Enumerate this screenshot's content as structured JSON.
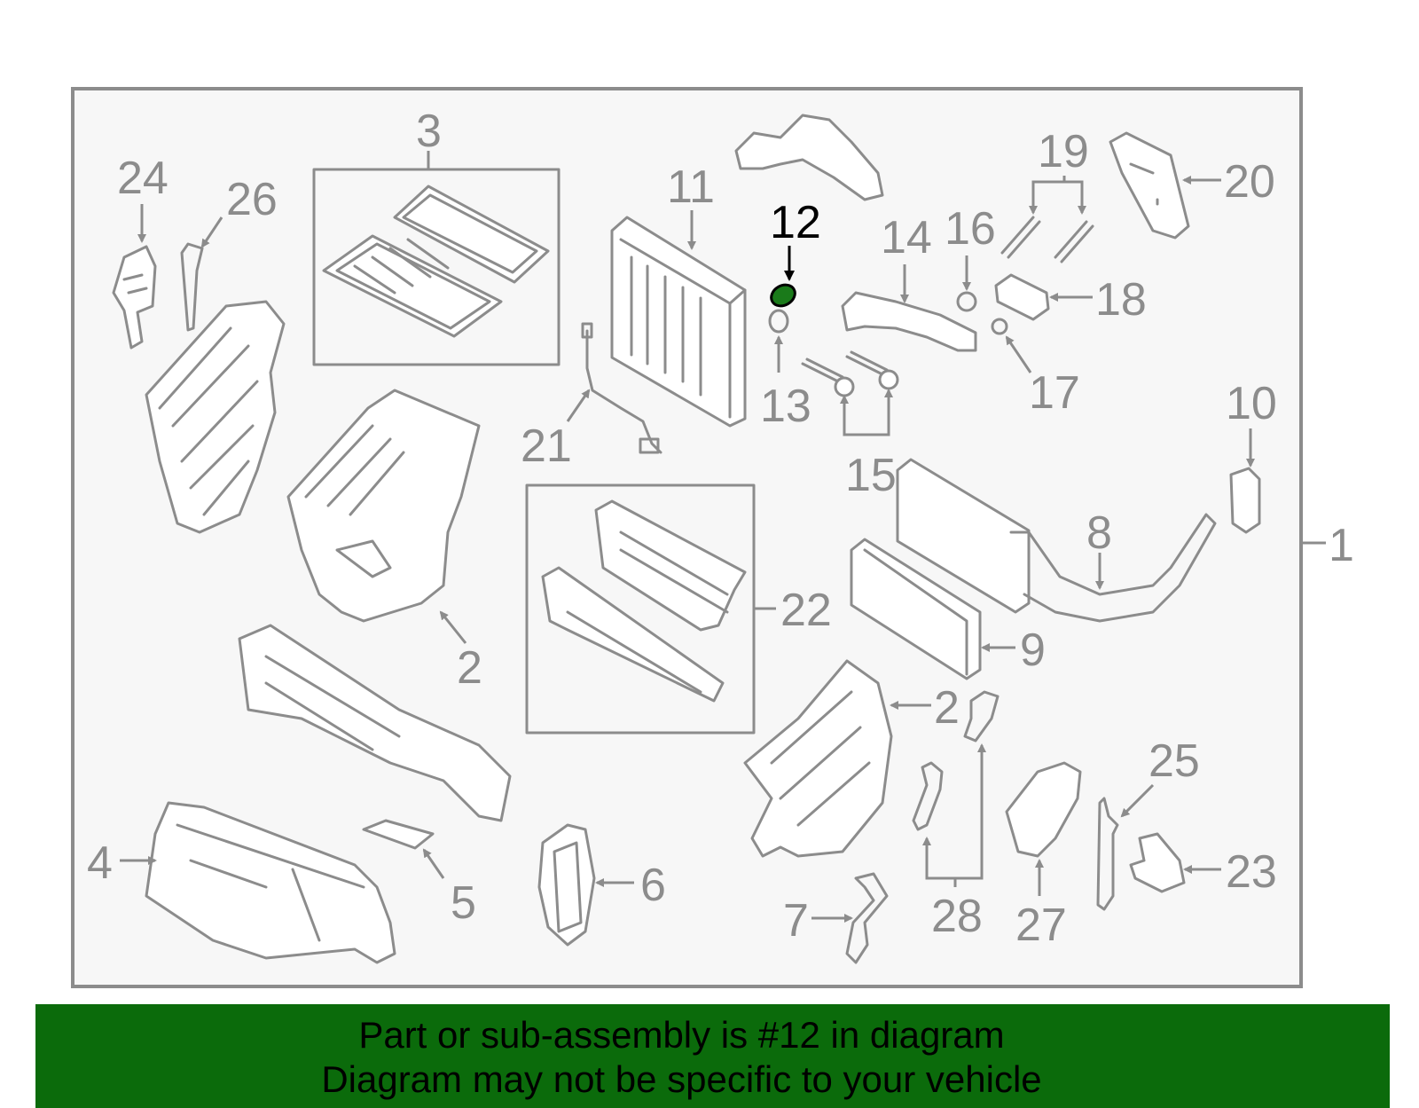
{
  "diagram": {
    "highlight_color": "#1a7a1a",
    "callouts": [
      {
        "id": "c1",
        "text": "1"
      },
      {
        "id": "c2a",
        "text": "2"
      },
      {
        "id": "c2b",
        "text": "2"
      },
      {
        "id": "c3",
        "text": "3"
      },
      {
        "id": "c4",
        "text": "4"
      },
      {
        "id": "c5",
        "text": "5"
      },
      {
        "id": "c6",
        "text": "6"
      },
      {
        "id": "c7",
        "text": "7"
      },
      {
        "id": "c8",
        "text": "8"
      },
      {
        "id": "c9",
        "text": "9"
      },
      {
        "id": "c10",
        "text": "10"
      },
      {
        "id": "c11",
        "text": "11"
      },
      {
        "id": "c12",
        "text": "12",
        "highlighted": true
      },
      {
        "id": "c13",
        "text": "13"
      },
      {
        "id": "c14",
        "text": "14"
      },
      {
        "id": "c15",
        "text": "15"
      },
      {
        "id": "c16",
        "text": "16"
      },
      {
        "id": "c17",
        "text": "17"
      },
      {
        "id": "c18",
        "text": "18"
      },
      {
        "id": "c19",
        "text": "19"
      },
      {
        "id": "c20",
        "text": "20"
      },
      {
        "id": "c21",
        "text": "21"
      },
      {
        "id": "c22",
        "text": "22"
      },
      {
        "id": "c23",
        "text": "23"
      },
      {
        "id": "c24",
        "text": "24"
      },
      {
        "id": "c25",
        "text": "25"
      },
      {
        "id": "c26",
        "text": "26"
      },
      {
        "id": "c27",
        "text": "27"
      },
      {
        "id": "c28",
        "text": "28"
      }
    ]
  },
  "banner": {
    "background": "#0b6b0b",
    "line1": "Part or sub-assembly is #12 in diagram",
    "line2": "Diagram may not be specific to your vehicle"
  }
}
